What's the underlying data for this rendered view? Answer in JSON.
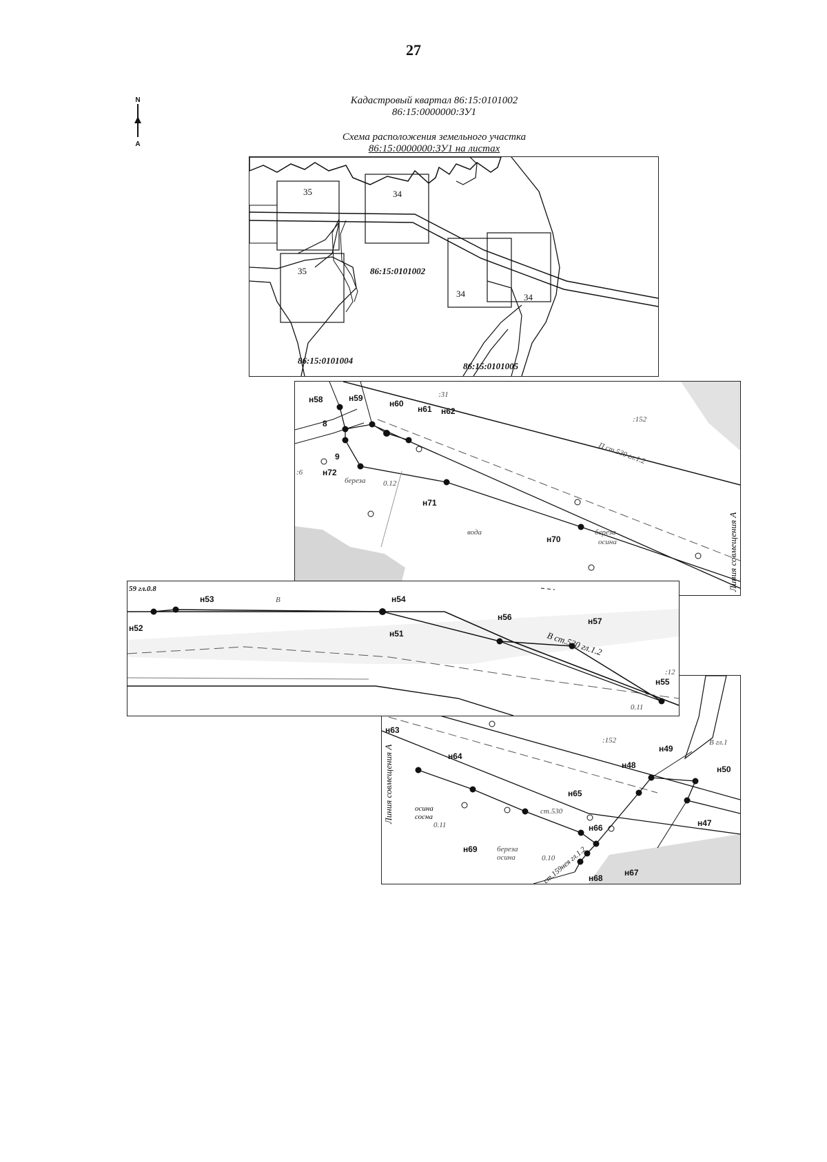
{
  "page_number": "27",
  "north_arrow": {
    "top": "N",
    "bottom": "A",
    "icon": "north-arrow-icon"
  },
  "header": {
    "quarter": "Кадастровый квартал 86:15:0101002",
    "parcel": "86:15:0000000:ЗУ1",
    "scheme_title": "Схема расположения земельного участка",
    "scheme_subtitle": "86:15:0000000:ЗУ1 на листах"
  },
  "overview_map": {
    "quarters": [
      "86:15:0101002",
      "86:15:0101004",
      "86:15:0101005"
    ],
    "sheets": [
      "35",
      "34",
      "35",
      "34",
      "34"
    ]
  },
  "detail_1": {
    "points": [
      "н58",
      "н59",
      "н60",
      "н61",
      "н62",
      "8",
      "9",
      "н72",
      "н71",
      "н70"
    ],
    "labels": [
      "береза",
      "0.12",
      "вода",
      "береза",
      "осина",
      "П ст.530 гл.1.2",
      ":152",
      ":31",
      ":6"
    ],
    "alignment": "Линия совмещения А"
  },
  "detail_2": {
    "points": [
      "н52",
      "н53",
      "н54",
      "н51",
      "н56",
      "н57",
      "н55"
    ],
    "labels": [
      "59 гл.0.8",
      "В",
      "В ст.530 гл.1.2",
      ":12",
      "0.11"
    ]
  },
  "detail_3": {
    "points": [
      "н63",
      "н64",
      "н65",
      "н48",
      "н49",
      "н50",
      "н47",
      "н66",
      "н69",
      "н67",
      "н68"
    ],
    "labels": [
      "осина",
      "сосна",
      "0.11",
      "береза",
      "осина",
      "0.10",
      "ст.530",
      "ст.159нея гл.1.2",
      ":152",
      "В гл.1"
    ],
    "alignment": "Линия совмещения А"
  },
  "colors": {
    "ink": "#111111",
    "water": "#d6d6d6",
    "background": "#ffffff"
  }
}
